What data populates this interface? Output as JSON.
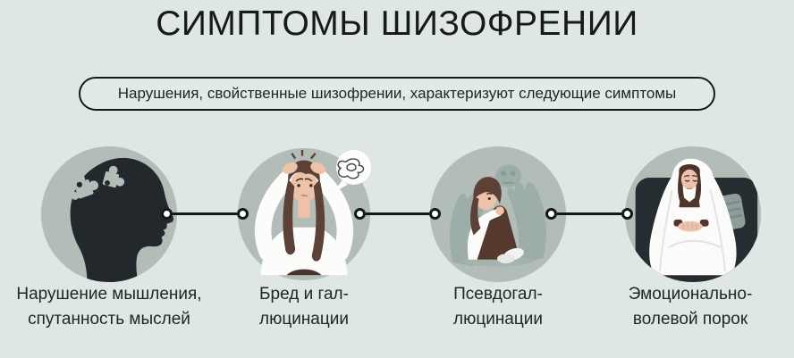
{
  "page": {
    "title": "СИМПТОМЫ ШИЗОФРЕНИИ",
    "banner": "Нарушения, свойственные шизофрении, характеризуют следующие симптомы"
  },
  "colors": {
    "background": "#dee7e3",
    "icon_circle": "#b2bdb8",
    "ink": "#1d2327",
    "silhouette": "#22282c",
    "connector": "#14181a"
  },
  "items": [
    {
      "icon": "head-puzzle-icon",
      "label_line1": "Нарушение мышления,",
      "label_line2": "спутанность мыслей"
    },
    {
      "icon": "stressed-person-icon",
      "label_line1": "Бред и гал-",
      "label_line2": "люцинации"
    },
    {
      "icon": "crouching-person-icon",
      "label_line1": "Псевдогал-",
      "label_line2": "люцинации"
    },
    {
      "icon": "blanket-person-icon",
      "label_line1": "Эмоционально-",
      "label_line2": "волевой порок"
    }
  ]
}
